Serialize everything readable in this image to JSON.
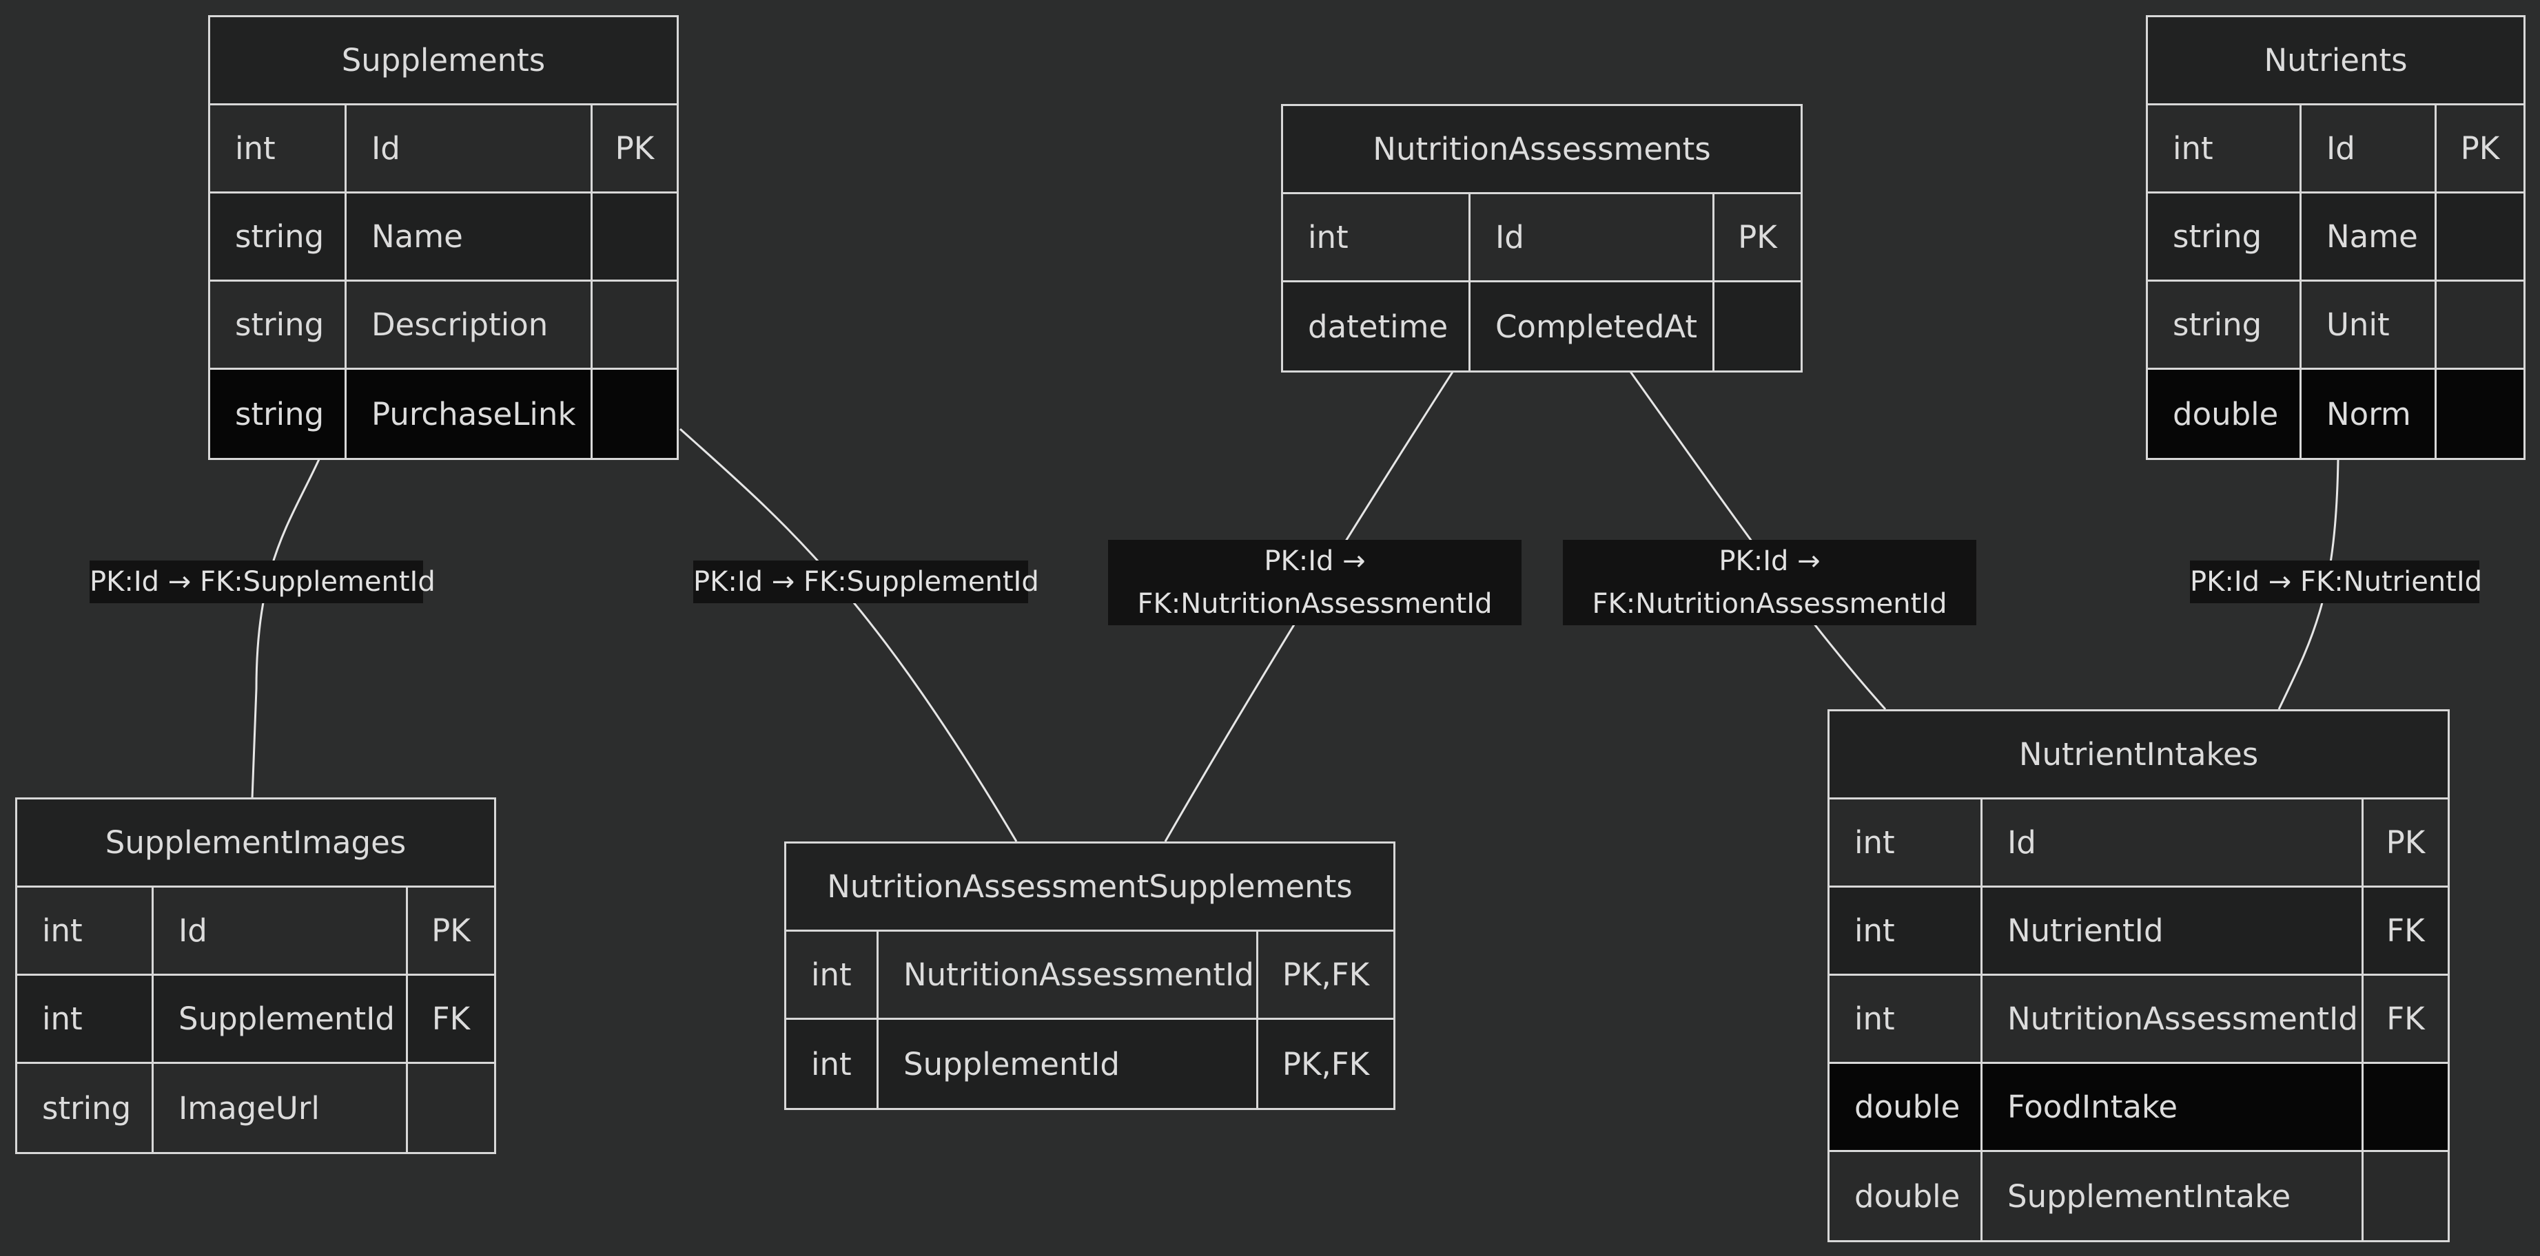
{
  "colors": {
    "background": "#2c2d2d",
    "border": "#d8d8d8",
    "text": "#dcdcdc",
    "label_bg": "#121212"
  },
  "entities": {
    "supplements": {
      "title": "Supplements",
      "rows": [
        {
          "type": "int",
          "name": "Id",
          "key": "PK"
        },
        {
          "type": "string",
          "name": "Name",
          "key": ""
        },
        {
          "type": "string",
          "name": "Description",
          "key": ""
        },
        {
          "type": "string",
          "name": "PurchaseLink",
          "key": ""
        }
      ]
    },
    "nutrition_assessments": {
      "title": "NutritionAssessments",
      "rows": [
        {
          "type": "int",
          "name": "Id",
          "key": "PK"
        },
        {
          "type": "datetime",
          "name": "CompletedAt",
          "key": ""
        }
      ]
    },
    "nutrients": {
      "title": "Nutrients",
      "rows": [
        {
          "type": "int",
          "name": "Id",
          "key": "PK"
        },
        {
          "type": "string",
          "name": "Name",
          "key": ""
        },
        {
          "type": "string",
          "name": "Unit",
          "key": ""
        },
        {
          "type": "double",
          "name": "Norm",
          "key": ""
        }
      ]
    },
    "supplement_images": {
      "title": "SupplementImages",
      "rows": [
        {
          "type": "int",
          "name": "Id",
          "key": "PK"
        },
        {
          "type": "int",
          "name": "SupplementId",
          "key": "FK"
        },
        {
          "type": "string",
          "name": "ImageUrl",
          "key": ""
        }
      ]
    },
    "nutrition_assessment_supplements": {
      "title": "NutritionAssessmentSupplements",
      "rows": [
        {
          "type": "int",
          "name": "NutritionAssessmentId",
          "key": "PK,FK"
        },
        {
          "type": "int",
          "name": "SupplementId",
          "key": "PK,FK"
        }
      ]
    },
    "nutrient_intakes": {
      "title": "NutrientIntakes",
      "rows": [
        {
          "type": "int",
          "name": "Id",
          "key": "PK"
        },
        {
          "type": "int",
          "name": "NutrientId",
          "key": "FK"
        },
        {
          "type": "int",
          "name": "NutritionAssessmentId",
          "key": "FK"
        },
        {
          "type": "double",
          "name": "FoodIntake",
          "key": ""
        },
        {
          "type": "double",
          "name": "SupplementIntake",
          "key": ""
        }
      ]
    }
  },
  "relationships": [
    {
      "label": "PK:Id → FK:SupplementId",
      "from": "Supplements",
      "to": "SupplementImages"
    },
    {
      "label": "PK:Id → FK:SupplementId",
      "from": "Supplements",
      "to": "NutritionAssessmentSupplements"
    },
    {
      "label_line1": "PK:Id →",
      "label_line2": "FK:NutritionAssessmentId",
      "from": "NutritionAssessments",
      "to": "NutritionAssessmentSupplements"
    },
    {
      "label_line1": "PK:Id →",
      "label_line2": "FK:NutritionAssessmentId",
      "from": "NutritionAssessments",
      "to": "NutrientIntakes"
    },
    {
      "label": "PK:Id → FK:NutrientId",
      "from": "Nutrients",
      "to": "NutrientIntakes"
    }
  ]
}
